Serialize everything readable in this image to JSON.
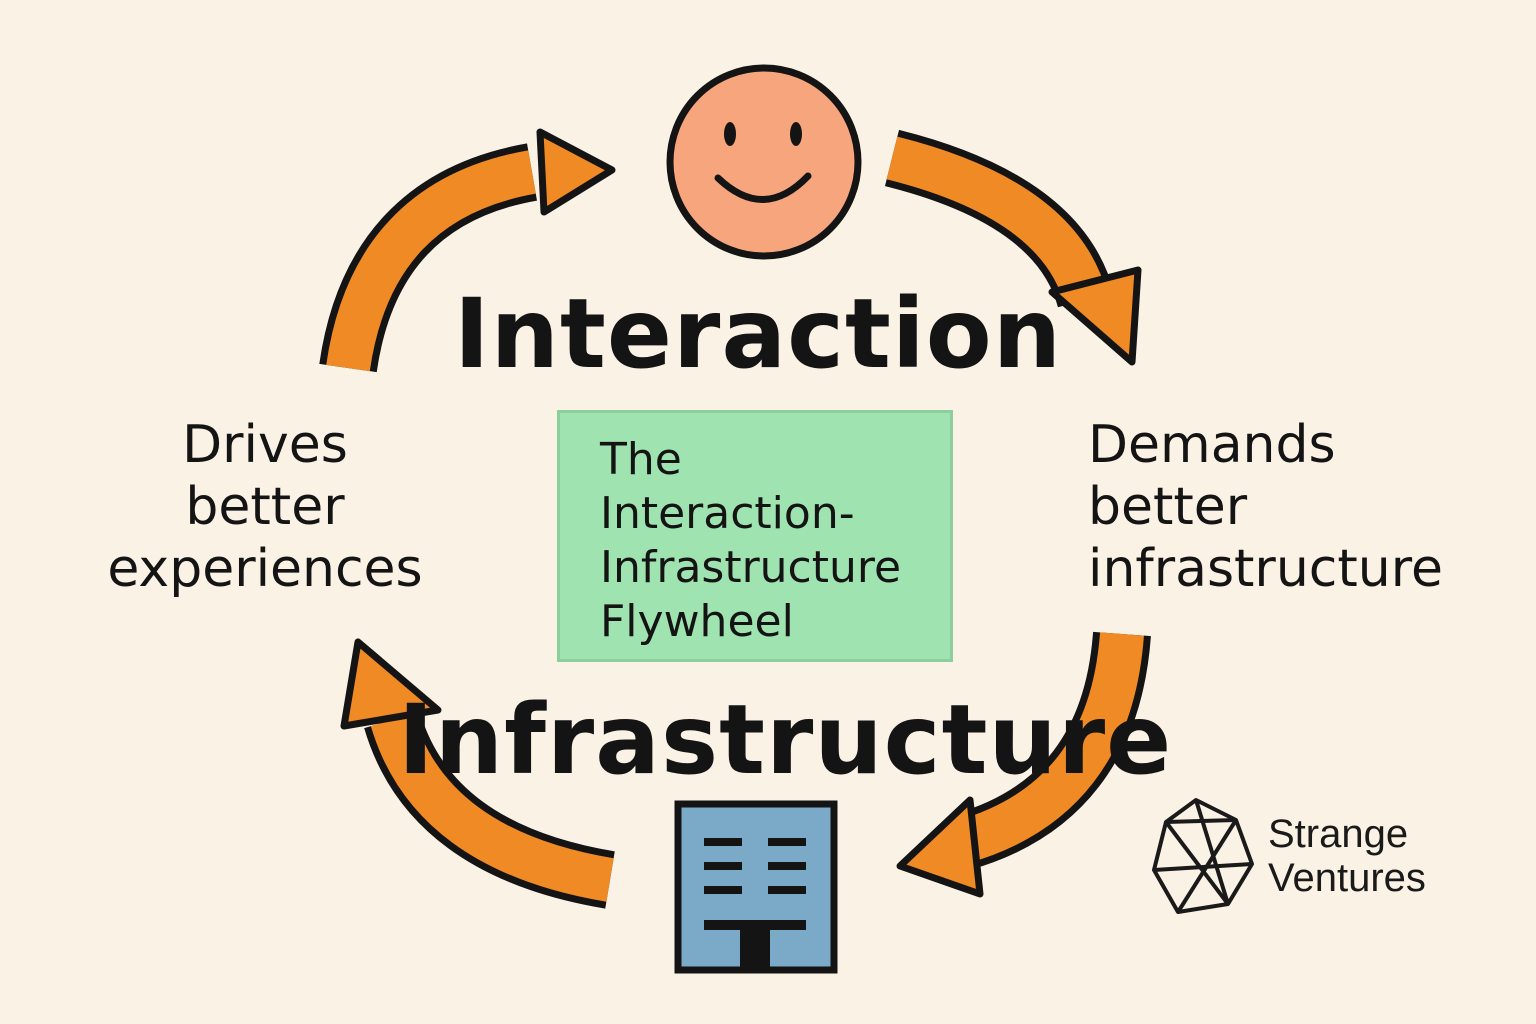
{
  "labels": {
    "top": "Interaction",
    "bottom": "Infrastructure",
    "left": "Drives\nbetter\nexperiences",
    "right": "Demands\nbetter\ninfrastructure",
    "center": "The\nInteraction-\nInfrastructure\nFlywheel"
  },
  "brand": {
    "name": "Strange\nVentures"
  },
  "icons": {
    "top": "smiley-face-icon",
    "bottom": "building-icon",
    "brand": "geometric-polyhedron-logo-icon"
  },
  "colors": {
    "background": "#fbf2e6",
    "arrow": "#f08a24",
    "face": "#f6a57d",
    "building": "#7ba9c8",
    "center_box": "#9fe3b0",
    "ink": "#141414"
  }
}
